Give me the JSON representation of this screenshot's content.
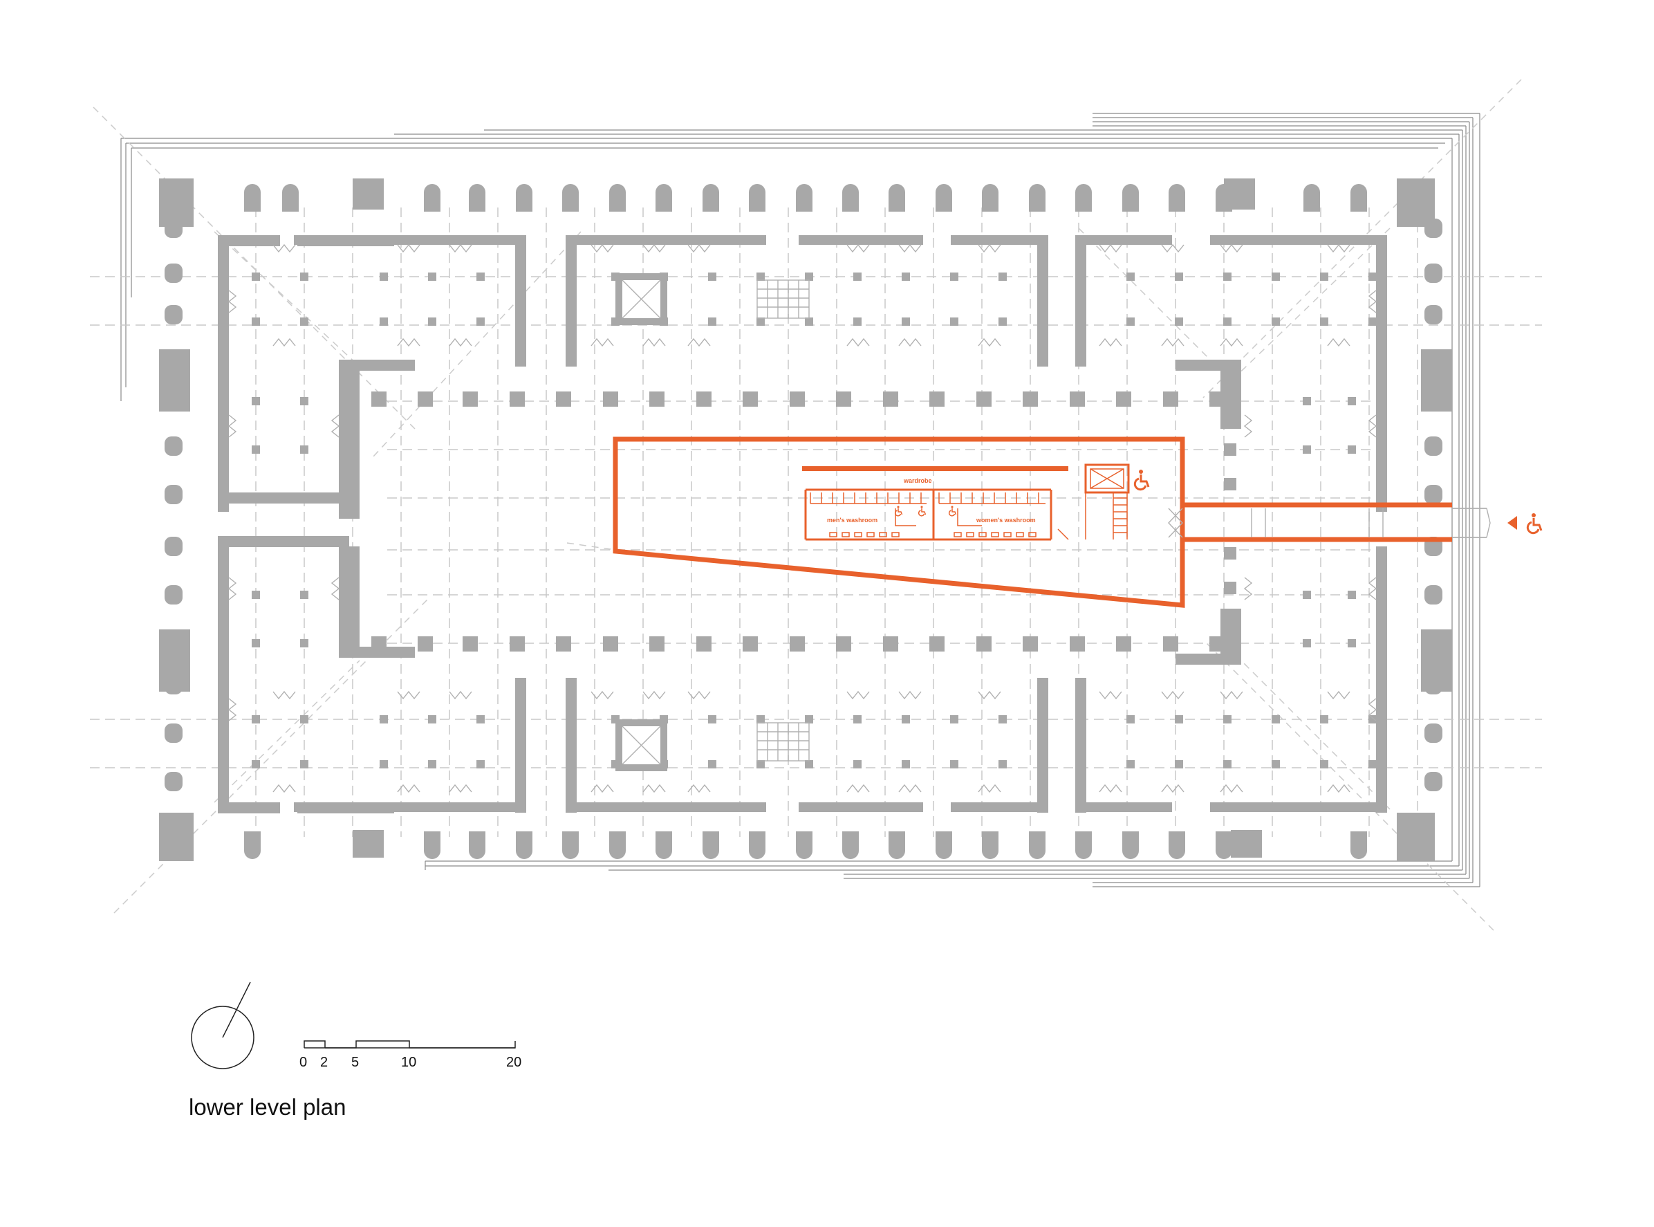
{
  "plan": {
    "title": "lower level plan",
    "labels": {
      "wardrobe": "wardrobe",
      "mens_washroom": "men's washroom",
      "womens_washroom": "women's washroom"
    },
    "scale_bar": {
      "ticks": [
        "0",
        "2",
        "5",
        "10",
        "20"
      ],
      "values": [
        0,
        2,
        5,
        10,
        20
      ]
    },
    "icons": [
      "north-arrow-icon",
      "accessible-icon",
      "entry-arrow-icon",
      "elevator-icon",
      "stair-icon"
    ]
  },
  "colors": {
    "accent": "#e8612c",
    "structure": "#a8a8a8",
    "linework": "#c8c8c8",
    "text": "#111111"
  }
}
